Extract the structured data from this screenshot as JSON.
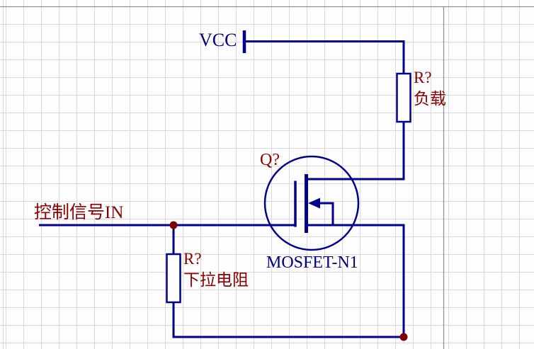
{
  "diagram_type": "circuit-schematic",
  "colors": {
    "wire": "#00008B",
    "junction": "#800000",
    "designator_text": "#8B0000",
    "net_text": "#000080",
    "grid_line": "#d9d9d9",
    "sheet_border": "#8f8f8f",
    "background": "#fdfdfd",
    "symbol_fill": "#ffffff"
  },
  "net_labels": {
    "vcc": "VCC",
    "control_signal": "控制信号IN"
  },
  "components": {
    "load_resistor": {
      "designator": "R?",
      "comment": "负载"
    },
    "pulldown_resistor": {
      "designator": "R?",
      "comment": "下拉电阻"
    },
    "mosfet": {
      "designator": "Q?",
      "comment": "MOSFET-N1"
    }
  }
}
